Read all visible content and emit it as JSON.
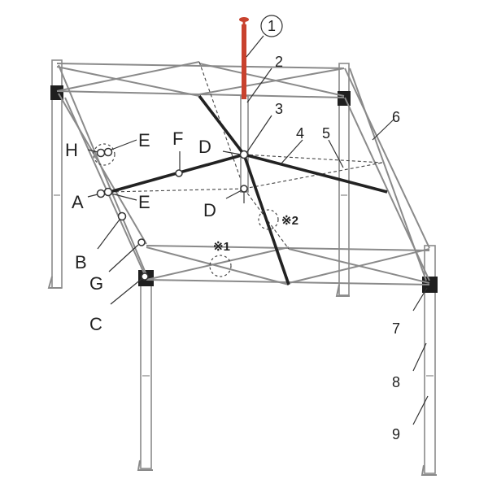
{
  "colors": {
    "handle": "#c8422e",
    "frame": "#8a8a8a",
    "bar": "#222222"
  },
  "labels": {
    "n1": "1",
    "n2": "2",
    "n3": "3",
    "n4": "4",
    "n5": "5",
    "n6": "6",
    "n7": "7",
    "n8": "8",
    "n9": "9",
    "A": "A",
    "B": "B",
    "C": "C",
    "D_upper": "D",
    "D_lower": "D",
    "E_upper": "E",
    "E_lower": "E",
    "F": "F",
    "G": "G",
    "H": "H",
    "note1": "※1",
    "note2": "※2"
  }
}
